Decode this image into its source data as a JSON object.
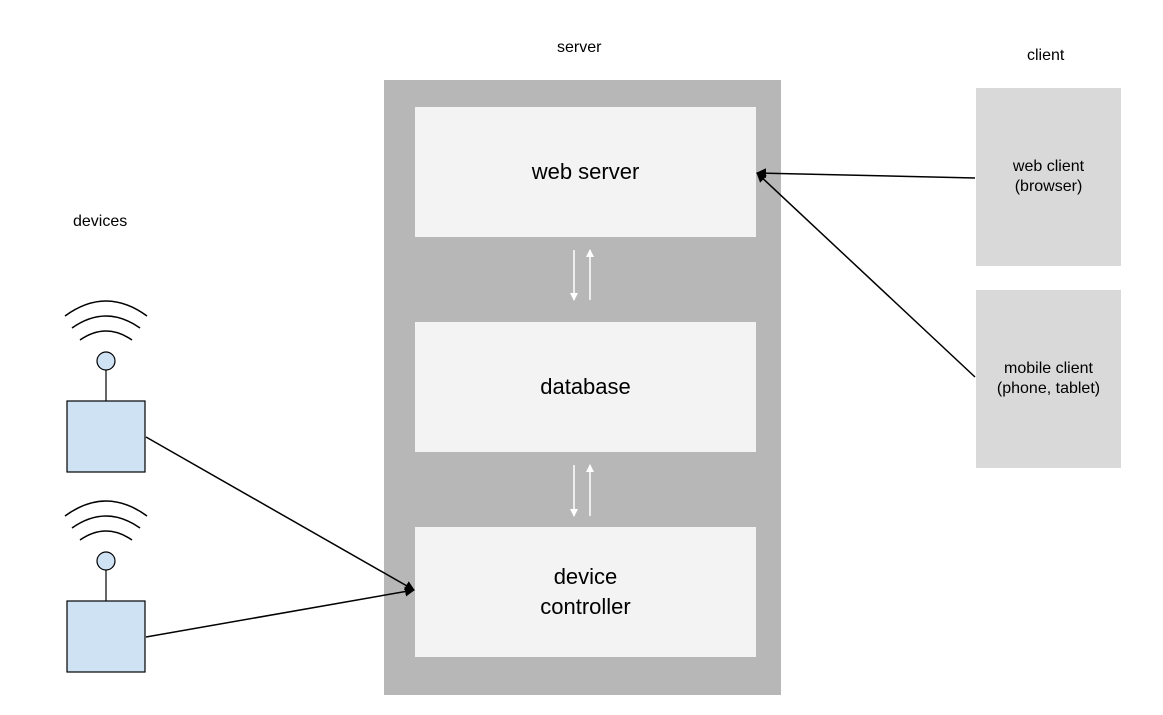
{
  "labels": {
    "server": "server",
    "client": "client",
    "devices": "devices"
  },
  "server": {
    "components": [
      {
        "line1": "web server",
        "line2": ""
      },
      {
        "line1": "database",
        "line2": ""
      },
      {
        "line1": "device",
        "line2": "controller"
      }
    ]
  },
  "clients": [
    {
      "line1": "web client",
      "line2": "(browser)"
    },
    {
      "line1": "mobile client",
      "line2": "(phone, tablet)"
    }
  ],
  "devices": [
    {
      "icon": "wireless-device-icon"
    },
    {
      "icon": "wireless-device-icon"
    }
  ],
  "colors": {
    "server_frame": "#b7b7b7",
    "component_fill": "#f3f3f3",
    "client_fill": "#d9d9d9",
    "device_fill": "#cfe2f3",
    "internal_arrow": "#ffffff",
    "connector": "#000000"
  }
}
